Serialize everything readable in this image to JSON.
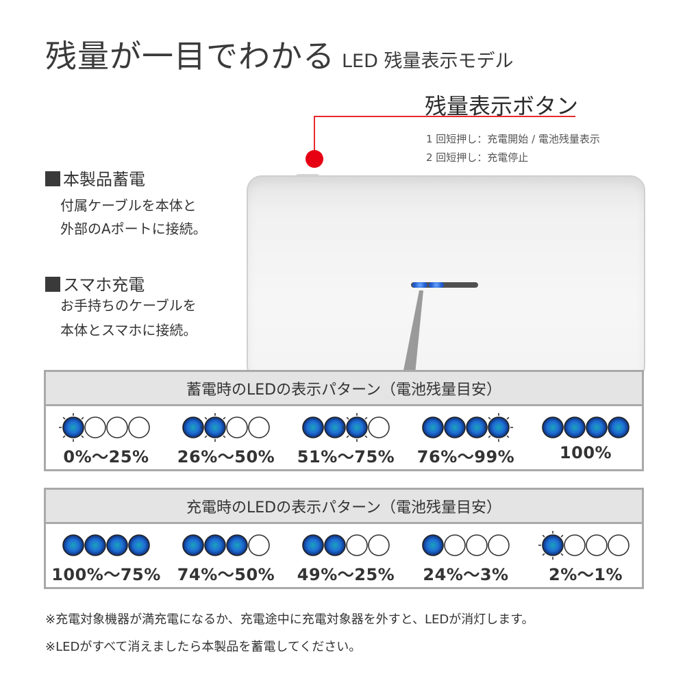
{
  "title": {
    "main": "残量が一目でわかる",
    "sub": "LED 残量表示モデル"
  },
  "button_callout": {
    "title": "残量表示ボタン",
    "notes": [
      "1 回短押し：充電開始 / 電池残量表示",
      "2 回短押し：充電停止"
    ],
    "color": "#e60012"
  },
  "sections": [
    {
      "heading": "本製品蓄電",
      "lines": [
        "付属ケーブルを本体と",
        "外部のAポートに接続。"
      ]
    },
    {
      "heading": "スマホ充電",
      "lines": [
        "お手持ちのケーブルを",
        "本体とスマホに接続。"
      ]
    }
  ],
  "panels": [
    {
      "title": "蓄電時のLEDの表示パターン（電池残量目安）",
      "patterns": [
        {
          "label": "0%〜25%",
          "leds": [
            "blink",
            "off",
            "off",
            "off"
          ]
        },
        {
          "label": "26%〜50%",
          "leds": [
            "on",
            "blink",
            "off",
            "off"
          ]
        },
        {
          "label": "51%〜75%",
          "leds": [
            "on",
            "on",
            "blink",
            "off"
          ]
        },
        {
          "label": "76%〜99%",
          "leds": [
            "on",
            "on",
            "on",
            "blink"
          ]
        },
        {
          "label": "100%",
          "leds": [
            "on",
            "on",
            "on",
            "on"
          ]
        }
      ]
    },
    {
      "title": "充電時のLEDの表示パターン（電池残量目安）",
      "patterns": [
        {
          "label": "100%〜75%",
          "leds": [
            "on",
            "on",
            "on",
            "on"
          ]
        },
        {
          "label": "74%〜50%",
          "leds": [
            "on",
            "on",
            "on",
            "off"
          ]
        },
        {
          "label": "49%〜25%",
          "leds": [
            "on",
            "on",
            "off",
            "off"
          ]
        },
        {
          "label": "24%〜3%",
          "leds": [
            "on",
            "off",
            "off",
            "off"
          ]
        },
        {
          "label": "2%〜1%",
          "leds": [
            "blink",
            "off",
            "off",
            "off"
          ]
        }
      ]
    }
  ],
  "notes": [
    "※充電対象機器が満充電になるか、充電途中に充電対象器を外すと、LEDが消灯します。",
    "※LEDがすべて消えましたら本製品を蓄電してください。"
  ],
  "colors": {
    "led_on": "#1f6fd6",
    "led_glow": "#1aa3b8",
    "panel_border": "#a9a9a9",
    "panel_header": "#e4e4e4"
  }
}
